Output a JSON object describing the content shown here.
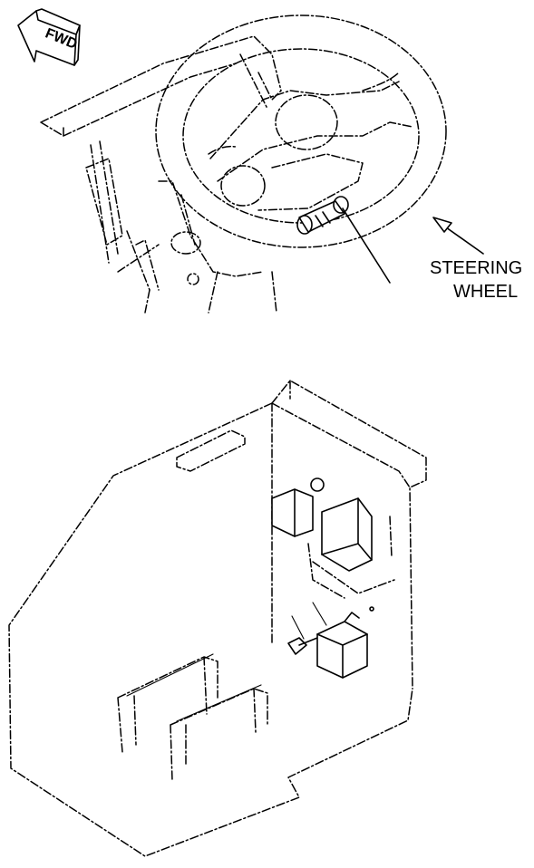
{
  "fwd_badge": {
    "text": "FWD",
    "icon": "forward-arrow-icon"
  },
  "callout": {
    "line1": "STEERING",
    "line2": "WHEEL"
  }
}
